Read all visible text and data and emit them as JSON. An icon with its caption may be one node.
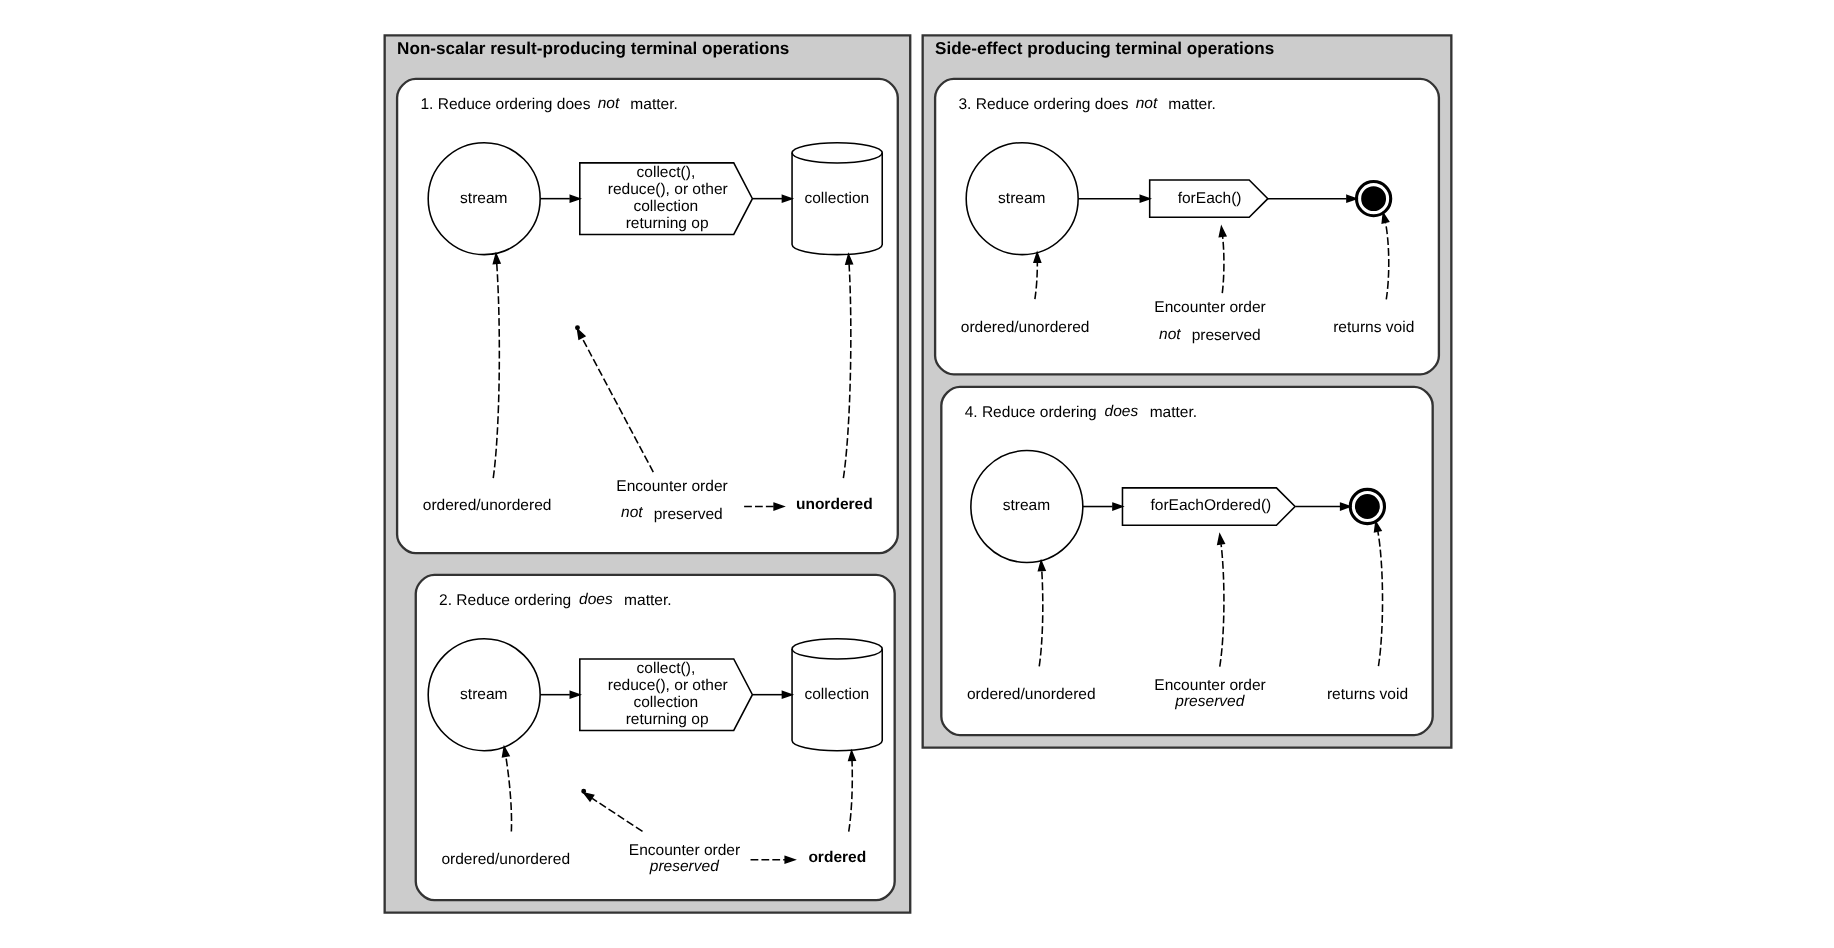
{
  "diagram": {
    "nodes": [
      {
        "text": [
          "Non-scalar result-producing terminal operations"
        ]
      },
      {
        "text": [
          "1. Reduce ordering does *not* matter."
        ],
        "in": 0
      },
      {
        "text": [
          "stream"
        ],
        "in": 1
      },
      {
        "text": [
          "collect(), reduce(), or other collection returning op"
        ],
        "in": 1
      },
      {
        "text": [
          "collection"
        ],
        "in": 1
      },
      {
        "text": [
          "ordered/unordered"
        ],
        "in": 1
      },
      {
        "text": [
          "Encounter order *not* preserved"
        ],
        "in": 1
      },
      {
        "text": [
          "unordered"
        ],
        "in": 1
      },
      {
        "text": [
          "2. Reduce ordering *does* matter."
        ],
        "in": 0
      },
      {
        "text": [
          "stream"
        ],
        "in": 8
      },
      {
        "text": [
          "collect(), reduce(), or other collection returning op"
        ],
        "in": 8
      },
      {
        "text": [
          "collection"
        ],
        "in": 8
      },
      {
        "text": [
          "ordered/unordered"
        ],
        "in": 8
      },
      {
        "text": [
          "Encounter order *preserved*"
        ],
        "in": 8
      },
      {
        "text": [
          "ordered"
        ],
        "in": 8
      },
      {
        "text": [
          "Side-effect producing terminal operations"
        ]
      },
      {
        "text": [
          "3. Reduce ordering does *not* matter."
        ],
        "in": 15
      },
      {
        "text": [
          "stream"
        ],
        "in": 16
      },
      {
        "text": [
          "forEach()"
        ],
        "in": 16
      },
      {
        "text": [],
        "shape": "circle",
        "in": 16
      },
      {
        "text": [
          "ordered/unordered"
        ],
        "in": 16
      },
      {
        "text": [
          "Encounter order *not* preserved"
        ],
        "in": 16
      },
      {
        "text": [
          "returns void"
        ],
        "in": 16
      },
      {
        "text": [
          "4. Reduce ordering *does* matter."
        ],
        "in": 15
      },
      {
        "text": [
          "stream"
        ],
        "in": 23
      },
      {
        "text": [
          "forEachOrdered()"
        ],
        "in": 23
      },
      {
        "text": [],
        "shape": "circle",
        "in": 23
      },
      {
        "text": [
          "ordered/unordered"
        ],
        "in": 23
      },
      {
        "text": [
          "Encounter order *preserved*"
        ],
        "in": 23
      },
      {
        "text": [
          "returns void"
        ],
        "in": 23
      }
    ],
    "edges": [
      {
        "from": 2,
        "to": 3,
        "arrow": "to"
      },
      {
        "from": 3,
        "to": 4,
        "arrow": "to"
      },
      {
        "from": 5,
        "to": 2,
        "arrow": "to",
        "style": "dashed"
      },
      {
        "from": 6,
        "to": null,
        "arrow": "to",
        "style": "dashed"
      },
      {
        "from": 6,
        "to": 7,
        "arrow": "to",
        "style": "dashed"
      },
      {
        "from": 7,
        "to": 4,
        "arrow": "to",
        "style": "dashed"
      },
      {
        "from": 9,
        "to": 10,
        "arrow": "to"
      },
      {
        "from": 10,
        "to": 11,
        "arrow": "to"
      },
      {
        "from": 12,
        "to": 9,
        "arrow": "to",
        "style": "dashed"
      },
      {
        "from": 13,
        "to": null,
        "arrow": "to",
        "style": "dashed"
      },
      {
        "from": 13,
        "to": 14,
        "arrow": "to",
        "style": "dashed"
      },
      {
        "from": 14,
        "to": 11,
        "arrow": "to",
        "style": "dashed"
      },
      {
        "from": 17,
        "to": 18,
        "arrow": "to"
      },
      {
        "from": 18,
        "to": 19,
        "arrow": "to"
      },
      {
        "from": 20,
        "to": 17,
        "arrow": "to",
        "style": "dashed"
      },
      {
        "from": 21,
        "to": 18,
        "arrow": "to",
        "style": "dashed"
      },
      {
        "from": 22,
        "to": 19,
        "arrow": "to",
        "style": "dashed"
      },
      {
        "from": 24,
        "to": 25,
        "arrow": "to"
      },
      {
        "from": 25,
        "to": 26,
        "arrow": "to"
      },
      {
        "from": 27,
        "to": 24,
        "arrow": "to",
        "style": "dashed"
      },
      {
        "from": 28,
        "to": 25,
        "arrow": "to",
        "style": "dashed"
      },
      {
        "from": 29,
        "to": 26,
        "arrow": "to",
        "style": "dashed"
      }
    ]
  }
}
